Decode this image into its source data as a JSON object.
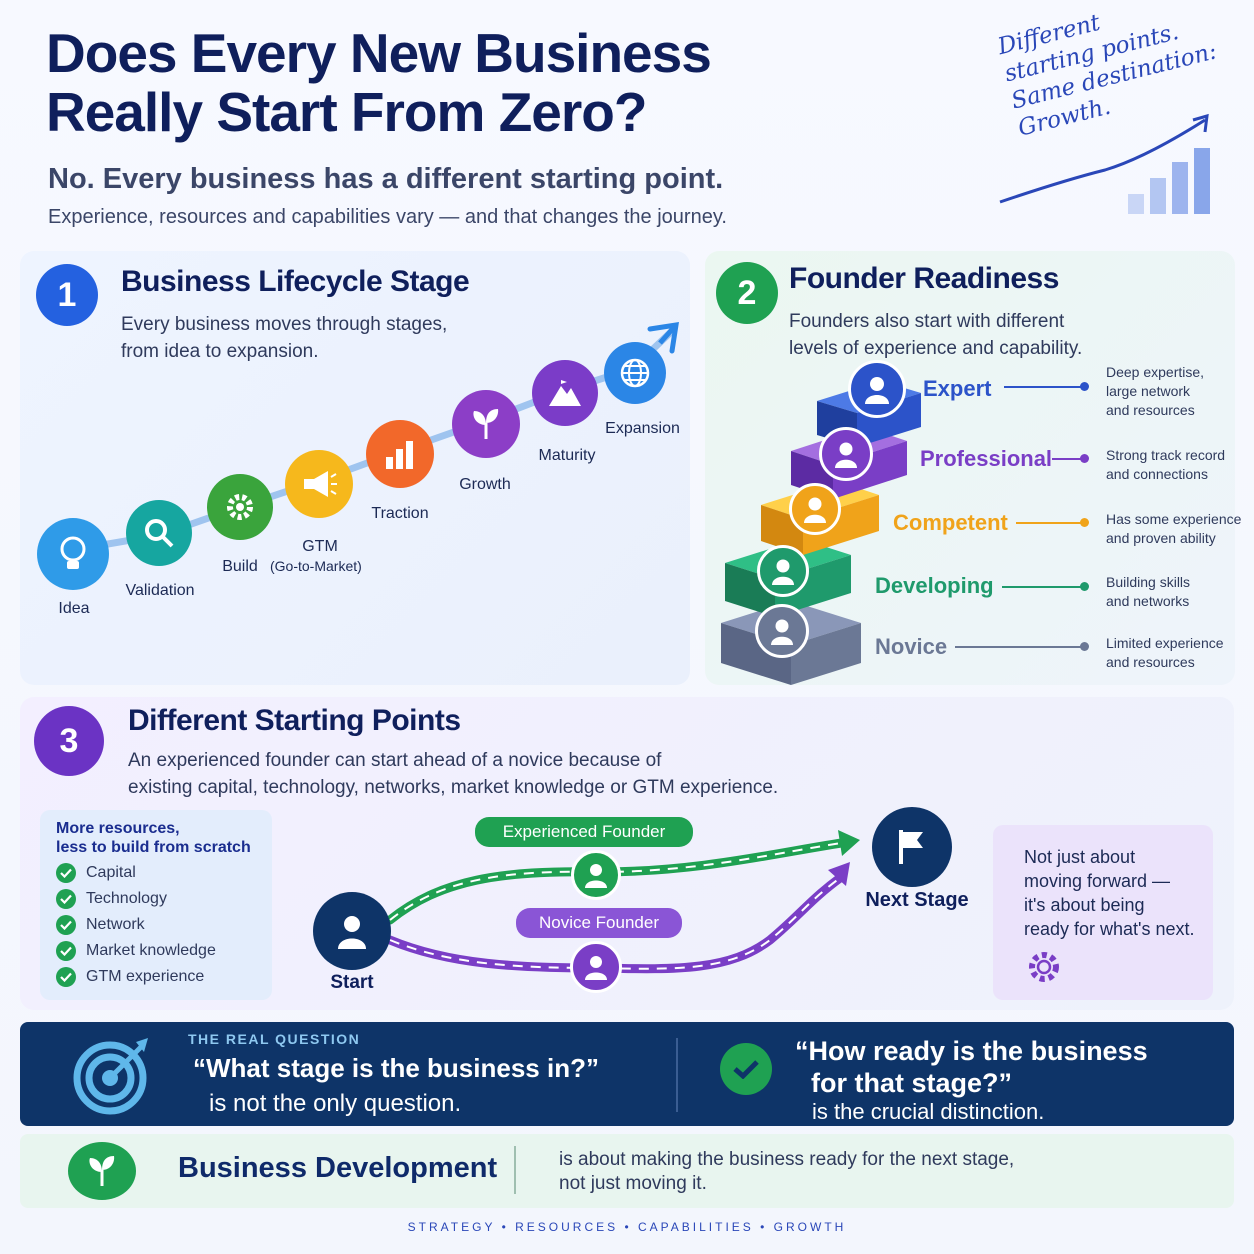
{
  "header": {
    "title_line1": "Does Every New Business",
    "title_line2": "Really Start From Zero?",
    "subtitle": "No. Every business has a different starting point.",
    "subline": "Experience, resources and capabilities vary — and that changes the journey.",
    "script_note": [
      "Different",
      "starting points.",
      "Same destination:",
      "Growth."
    ]
  },
  "lifecycle": {
    "number": "1",
    "title": "Business Lifecycle Stage",
    "description_line1": "Every business moves through stages,",
    "description_line2": "from idea to expansion.",
    "stages": [
      {
        "label": "Idea",
        "icon": "lightbulb-icon",
        "color": "#2f9be8"
      },
      {
        "label": "Validation",
        "icon": "magnifier-icon",
        "color": "#16a6a0"
      },
      {
        "label": "Build",
        "icon": "gear-icon",
        "color": "#3aa43c"
      },
      {
        "label": "GTM",
        "sublabel": "(Go-to-Market)",
        "icon": "megaphone-icon",
        "color": "#f6b81c"
      },
      {
        "label": "Traction",
        "icon": "bar-chart-icon",
        "color": "#f2682a"
      },
      {
        "label": "Growth",
        "icon": "sprout-icon",
        "color": "#8c3ec7"
      },
      {
        "label": "Maturity",
        "icon": "mountain-icon",
        "color": "#7b3cc8"
      },
      {
        "label": "Expansion",
        "icon": "globe-icon",
        "color": "#2b86e6"
      }
    ]
  },
  "readiness": {
    "number": "2",
    "title": "Founder Readiness",
    "description_line1": "Founders also start with different",
    "description_line2": "levels of experience and capability.",
    "levels": [
      {
        "label": "Expert",
        "desc_line1": "Deep expertise,",
        "desc_line2": "large network",
        "desc_line3": "and resources",
        "color": "#2c53c9"
      },
      {
        "label": "Professional",
        "desc_line1": "Strong track record",
        "desc_line2": "and connections",
        "color": "#7a3ec6"
      },
      {
        "label": "Competent",
        "desc_line1": "Has some experience",
        "desc_line2": "and proven ability",
        "color": "#f0a31a"
      },
      {
        "label": "Developing",
        "desc_line1": "Building skills",
        "desc_line2": "and networks",
        "color": "#1f9a6c"
      },
      {
        "label": "Novice",
        "desc_line1": "Limited experience",
        "desc_line2": "and resources",
        "color": "#6b7895"
      }
    ]
  },
  "starting_points": {
    "number": "3",
    "title": "Different Starting Points",
    "description_line1": "An experienced founder can start ahead of a novice because of",
    "description_line2": "existing capital, technology, networks, market knowledge or GTM experience.",
    "resources_title_line1": "More resources,",
    "resources_title_line2": "less to build from scratch",
    "resources": [
      "Capital",
      "Technology",
      "Network",
      "Market knowledge",
      "GTM experience"
    ],
    "start_label": "Start",
    "experienced_label": "Experienced Founder",
    "novice_label": "Novice Founder",
    "next_stage_label": "Next Stage",
    "note": [
      "Not just about",
      "moving forward —",
      "it's about being",
      "ready for what's next."
    ]
  },
  "question": {
    "kicker": "THE REAL QUESTION",
    "q1": "“What stage is the business in?”",
    "q1_sub": "is not the only question.",
    "q2_line1": "“How ready is the business",
    "q2_line2": "for that stage?”",
    "q2_sub": "is the crucial distinction."
  },
  "business_dev": {
    "title": "Business Development",
    "desc_line1": "is about making the business ready for the next stage,",
    "desc_line2": "not just moving it."
  },
  "footer": {
    "text": "STRATEGY • RESOURCES • CAPABILITIES • GROWTH"
  },
  "colors": {
    "navy": "#0f1f5c",
    "green": "#1fa152",
    "purple": "#7a3ec6",
    "blue": "#2c53c9"
  }
}
